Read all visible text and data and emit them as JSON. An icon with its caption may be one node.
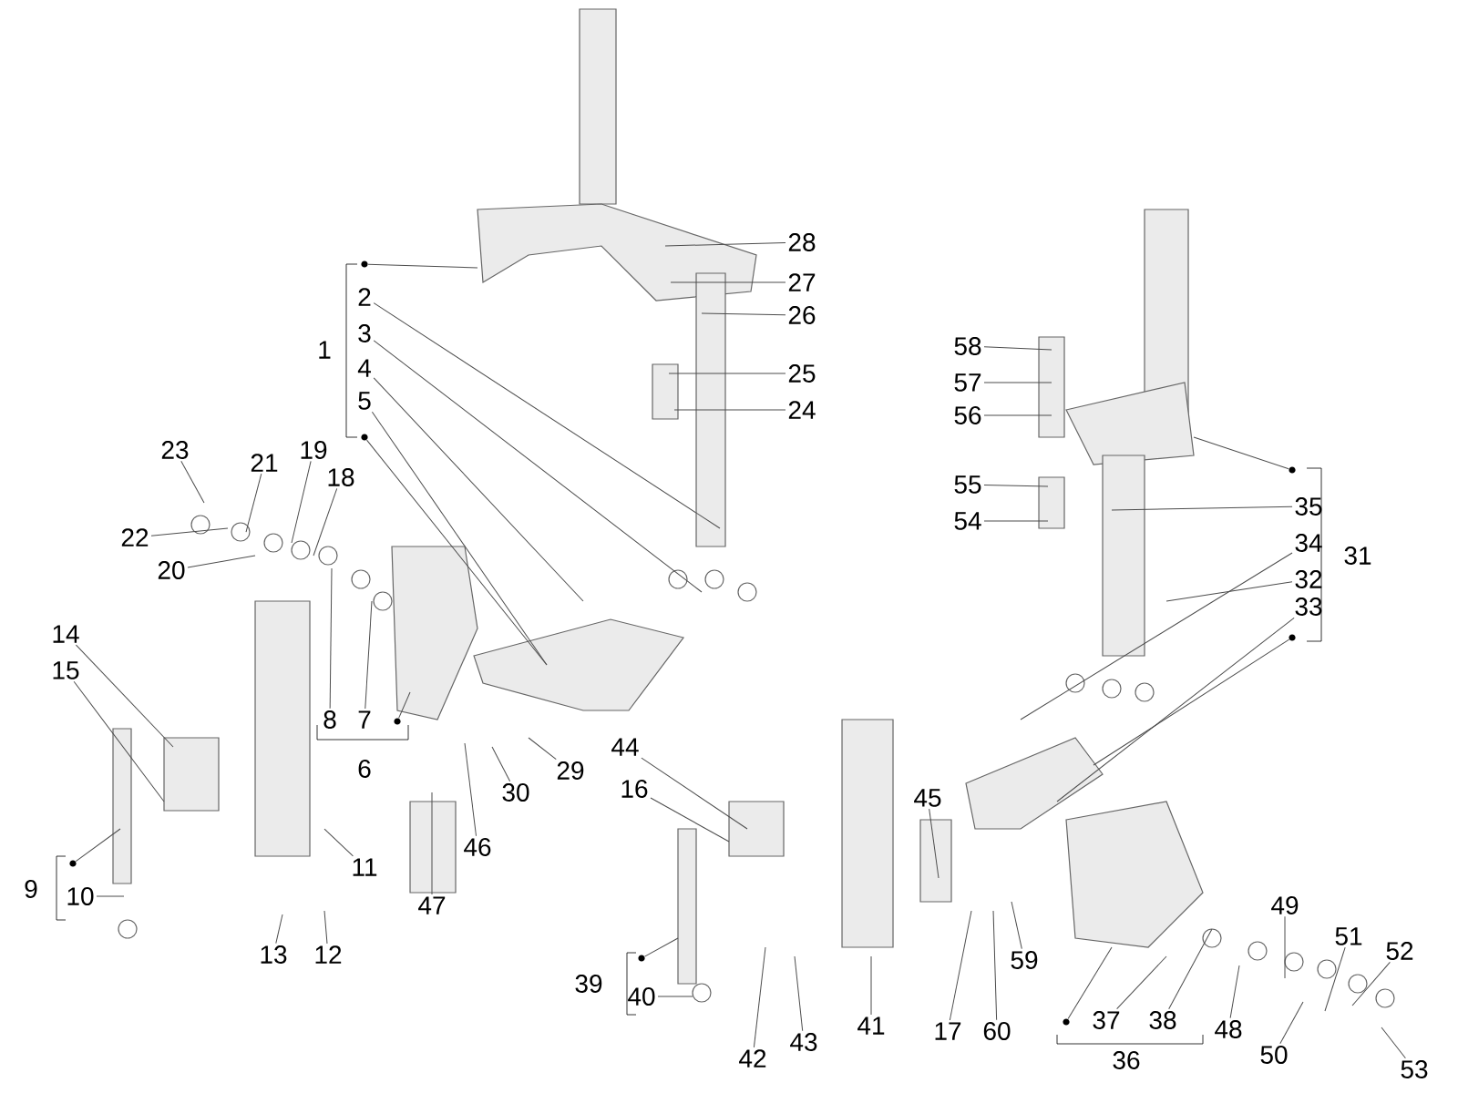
{
  "diagram": {
    "nodes": [
      {
        "text": [
          "2"
        ]
      },
      {
        "text": [
          "3"
        ]
      },
      {
        "text": [
          "4"
        ]
      },
      {
        "text": [
          "5"
        ]
      },
      {
        "text": [
          "7"
        ]
      },
      {
        "text": [
          "8"
        ]
      },
      {
        "text": [
          "10"
        ]
      },
      {
        "text": [
          "11"
        ]
      },
      {
        "text": [
          "12"
        ]
      },
      {
        "text": [
          "13"
        ]
      },
      {
        "text": [
          "14"
        ]
      },
      {
        "text": [
          "15"
        ]
      },
      {
        "text": [
          "16"
        ]
      },
      {
        "text": [
          "17"
        ]
      },
      {
        "text": [
          "18"
        ]
      },
      {
        "text": [
          "19"
        ]
      },
      {
        "text": [
          "20"
        ]
      },
      {
        "text": [
          "21"
        ]
      },
      {
        "text": [
          "22"
        ]
      },
      {
        "text": [
          "23"
        ]
      },
      {
        "text": [
          "24"
        ]
      },
      {
        "text": [
          "25"
        ]
      },
      {
        "text": [
          "26"
        ]
      },
      {
        "text": [
          "27"
        ]
      },
      {
        "text": [
          "28"
        ]
      },
      {
        "text": [
          "29"
        ]
      },
      {
        "text": [
          "30"
        ]
      },
      {
        "text": [
          "32"
        ]
      },
      {
        "text": [
          "33"
        ]
      },
      {
        "text": [
          "34"
        ]
      },
      {
        "text": [
          "35"
        ]
      },
      {
        "text": [
          "37"
        ]
      },
      {
        "text": [
          "38"
        ]
      },
      {
        "text": [
          "40"
        ]
      },
      {
        "text": [
          "41"
        ]
      },
      {
        "text": [
          "42"
        ]
      },
      {
        "text": [
          "43"
        ]
      },
      {
        "text": [
          "44"
        ]
      },
      {
        "text": [
          "45"
        ]
      },
      {
        "text": [
          "46"
        ]
      },
      {
        "text": [
          "47"
        ]
      },
      {
        "text": [
          "48"
        ]
      },
      {
        "text": [
          "49"
        ]
      },
      {
        "text": [
          "50"
        ]
      },
      {
        "text": [
          "51"
        ]
      },
      {
        "text": [
          "52"
        ]
      },
      {
        "text": [
          "53"
        ]
      },
      {
        "text": [
          "54"
        ]
      },
      {
        "text": [
          "55"
        ]
      },
      {
        "text": [
          "56"
        ]
      },
      {
        "text": [
          "57"
        ]
      },
      {
        "text": [
          "58"
        ]
      },
      {
        "text": [
          "59"
        ]
      },
      {
        "text": [
          "60"
        ]
      },
      {
        "text": [],
        "shape": "dot"
      },
      {
        "text": [],
        "shape": "dot"
      },
      {
        "text": [],
        "shape": "dot"
      },
      {
        "text": [],
        "shape": "dot"
      },
      {
        "text": [],
        "shape": "dot"
      },
      {
        "text": [],
        "shape": "dot"
      },
      {
        "text": [],
        "shape": "dot"
      },
      {
        "text": [],
        "shape": "dot"
      }
    ],
    "edges": [
      {
        "from": 0,
        "to": null,
        "arrow": "none"
      },
      {
        "from": 1,
        "to": null,
        "arrow": "none"
      },
      {
        "from": 2,
        "to": null,
        "arrow": "none"
      },
      {
        "from": 3,
        "to": null,
        "arrow": "none"
      },
      {
        "from": 4,
        "to": null,
        "arrow": "none"
      },
      {
        "from": 5,
        "to": null,
        "arrow": "none"
      },
      {
        "from": 6,
        "to": null,
        "arrow": "none"
      },
      {
        "from": 7,
        "to": null,
        "arrow": "none"
      },
      {
        "from": 8,
        "to": null,
        "arrow": "none"
      },
      {
        "from": 9,
        "to": null,
        "arrow": "none"
      },
      {
        "from": 10,
        "to": null,
        "arrow": "none"
      },
      {
        "from": 11,
        "to": null,
        "arrow": "none"
      },
      {
        "from": 12,
        "to": null,
        "arrow": "none"
      },
      {
        "from": 13,
        "to": null,
        "arrow": "none"
      },
      {
        "from": 14,
        "to": null,
        "arrow": "none"
      },
      {
        "from": 15,
        "to": null,
        "arrow": "none"
      },
      {
        "from": 16,
        "to": null,
        "arrow": "none"
      },
      {
        "from": 17,
        "to": null,
        "arrow": "none"
      },
      {
        "from": 18,
        "to": null,
        "arrow": "none"
      },
      {
        "from": 19,
        "to": null,
        "arrow": "none"
      },
      {
        "from": 20,
        "to": null,
        "arrow": "none"
      },
      {
        "from": 21,
        "to": null,
        "arrow": "none"
      },
      {
        "from": 22,
        "to": null,
        "arrow": "none"
      },
      {
        "from": 23,
        "to": null,
        "arrow": "none"
      },
      {
        "from": 24,
        "to": null,
        "arrow": "none"
      },
      {
        "from": 25,
        "to": null,
        "arrow": "none"
      },
      {
        "from": 26,
        "to": null,
        "arrow": "none"
      },
      {
        "from": 27,
        "to": null,
        "arrow": "none"
      },
      {
        "from": 28,
        "to": null,
        "arrow": "none"
      },
      {
        "from": 29,
        "to": null,
        "arrow": "none"
      },
      {
        "from": 30,
        "to": null,
        "arrow": "none"
      },
      {
        "from": 31,
        "to": null,
        "arrow": "none"
      },
      {
        "from": 32,
        "to": null,
        "arrow": "none"
      },
      {
        "from": 33,
        "to": null,
        "arrow": "none"
      },
      {
        "from": 34,
        "to": null,
        "arrow": "none"
      },
      {
        "from": 35,
        "to": null,
        "arrow": "none"
      },
      {
        "from": 36,
        "to": null,
        "arrow": "none"
      },
      {
        "from": 37,
        "to": null,
        "arrow": "none"
      },
      {
        "from": 38,
        "to": null,
        "arrow": "none"
      },
      {
        "from": 39,
        "to": null,
        "arrow": "none"
      },
      {
        "from": 40,
        "to": null,
        "arrow": "none"
      },
      {
        "from": 41,
        "to": null,
        "arrow": "none"
      },
      {
        "from": 42,
        "to": null,
        "arrow": "none"
      },
      {
        "from": 43,
        "to": null,
        "arrow": "none"
      },
      {
        "from": 44,
        "to": null,
        "arrow": "none"
      },
      {
        "from": 45,
        "to": null,
        "arrow": "none"
      },
      {
        "from": 46,
        "to": null,
        "arrow": "none"
      },
      {
        "from": 47,
        "to": null,
        "arrow": "none"
      },
      {
        "from": 48,
        "to": null,
        "arrow": "none"
      },
      {
        "from": 49,
        "to": null,
        "arrow": "none"
      },
      {
        "from": 50,
        "to": null,
        "arrow": "none"
      },
      {
        "from": 51,
        "to": null,
        "arrow": "none"
      },
      {
        "from": 52,
        "to": null,
        "arrow": "none"
      },
      {
        "from": 53,
        "to": null,
        "arrow": "none"
      },
      {
        "from": 54,
        "to": null,
        "arrow": "none"
      },
      {
        "from": 55,
        "to": null,
        "arrow": "none"
      },
      {
        "from": 56,
        "to": null,
        "arrow": "none"
      },
      {
        "from": 57,
        "to": null,
        "arrow": "none"
      },
      {
        "from": 58,
        "to": null,
        "arrow": "none"
      },
      {
        "from": 59,
        "to": null,
        "arrow": "none"
      },
      {
        "from": 60,
        "to": null,
        "arrow": "none"
      },
      {
        "from": 61,
        "to": null,
        "arrow": "none"
      }
    ],
    "labels": [
      "1",
      "6",
      "9",
      "31",
      "36",
      "39"
    ]
  }
}
